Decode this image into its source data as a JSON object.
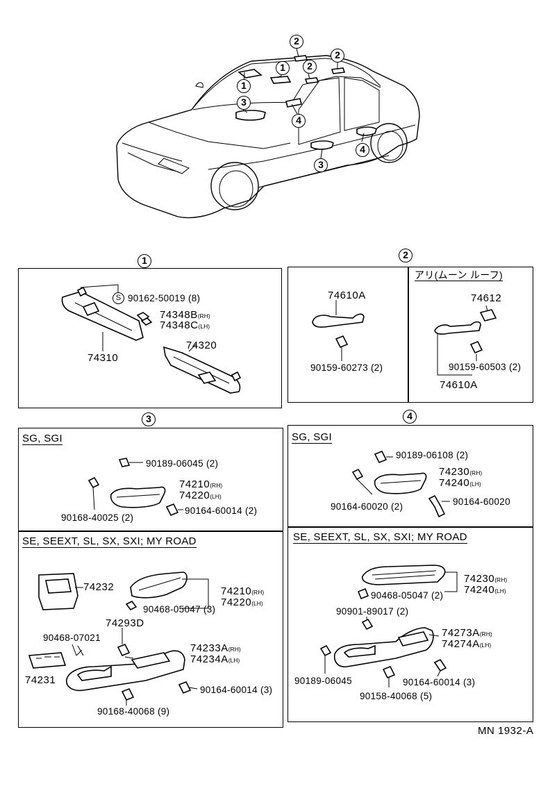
{
  "car_callouts": [
    "2",
    "2",
    "1",
    "2",
    "1",
    "3",
    "4",
    "4",
    "3"
  ],
  "sections": [
    {
      "marker": "1",
      "parts": [
        {
          "no": "90162-50019",
          "qty": "(8)",
          "prefix": "S"
        },
        {
          "no": "74348B",
          "side": "(RH)"
        },
        {
          "no": "74348C",
          "side": "(LH)"
        },
        {
          "no": "74310"
        },
        {
          "no": "74320"
        }
      ]
    },
    {
      "marker": "2",
      "left_parts": [
        {
          "no": "74610A"
        },
        {
          "no": "90159-60273",
          "qty": "(2)"
        }
      ],
      "variant_title": "アリ(ムーン ルーフ)",
      "right_parts": [
        {
          "no": "74612"
        },
        {
          "no": "90159-60503",
          "qty": "(2)"
        },
        {
          "no": "74610A"
        }
      ]
    },
    {
      "marker": "3",
      "top_title": "SG, SGI",
      "top_parts": [
        {
          "no": "90189-06045",
          "qty": "(2)"
        },
        {
          "no": "74210",
          "side": "(RH)"
        },
        {
          "no": "74220",
          "side": "(LH)"
        },
        {
          "no": "90168-40025",
          "qty": "(2)"
        },
        {
          "no": "90164-60014",
          "qty": "(2)"
        }
      ],
      "bottom_title": "SE, SEEXT, SL, SX, SXI; MY ROAD",
      "bottom_parts": [
        {
          "no": "74232"
        },
        {
          "no": "74210",
          "side": "(RH)"
        },
        {
          "no": "74220",
          "side": "(LH)"
        },
        {
          "no": "90468-05047",
          "qty": "(3)"
        },
        {
          "no": "74293D"
        },
        {
          "no": "90468-07021"
        },
        {
          "no": "74233A",
          "side": "(RH)"
        },
        {
          "no": "74234A",
          "side": "(LH)"
        },
        {
          "no": "74231"
        },
        {
          "no": "90164-60014",
          "qty": "(3)"
        },
        {
          "no": "90168-40068",
          "qty": "(9)"
        }
      ]
    },
    {
      "marker": "4",
      "top_title": "SG, SGI",
      "top_parts": [
        {
          "no": "90189-06108",
          "qty": "(2)"
        },
        {
          "no": "74230",
          "side": "(RH)"
        },
        {
          "no": "74240",
          "side": "(LH)"
        },
        {
          "no": "90164-60020",
          "qty": "(2)"
        },
        {
          "no": "90164-60020"
        }
      ],
      "bottom_title": "SE, SEEXT, SL, SX, SXI; MY ROAD",
      "bottom_parts": [
        {
          "no": "74230",
          "side": "(RH)"
        },
        {
          "no": "74240",
          "side": "(LH)"
        },
        {
          "no": "90468-05047",
          "qty": "(2)"
        },
        {
          "no": "90901-89017",
          "qty": "(2)"
        },
        {
          "no": "74273A",
          "side": "(RH)"
        },
        {
          "no": "74274A",
          "side": "(LH)"
        },
        {
          "no": "90189-06045"
        },
        {
          "no": "90164-60014",
          "qty": "(3)"
        },
        {
          "no": "90158-40068",
          "qty": "(5)"
        }
      ]
    }
  ],
  "drawing_code": "MN 1932-A"
}
